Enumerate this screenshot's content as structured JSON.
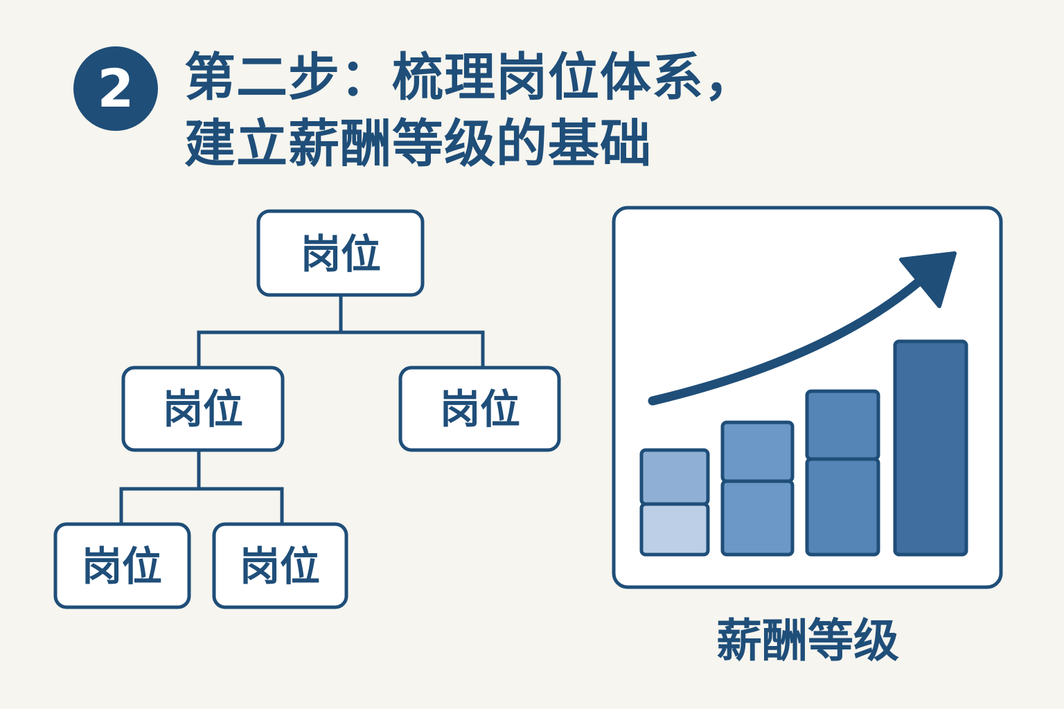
{
  "step": {
    "number": "2"
  },
  "title": {
    "line1": "第二步：梳理岗位体系，",
    "line2": "建立薪酬等级的基础"
  },
  "org_chart": {
    "root": "岗位",
    "level2_left": "岗位",
    "level2_right": "岗位",
    "level3_left": "岗位",
    "level3_right": "岗位"
  },
  "salary_chart": {
    "caption": "薪酬等级"
  },
  "colors": {
    "primary": "#1f4e79",
    "background": "#f6f5ef",
    "bar1_top": "#8fb0d4",
    "bar1_bottom": "#bccfe6",
    "bar2": "#6b98c6",
    "bar3": "#5584b6",
    "bar4": "#3f6e9f"
  }
}
